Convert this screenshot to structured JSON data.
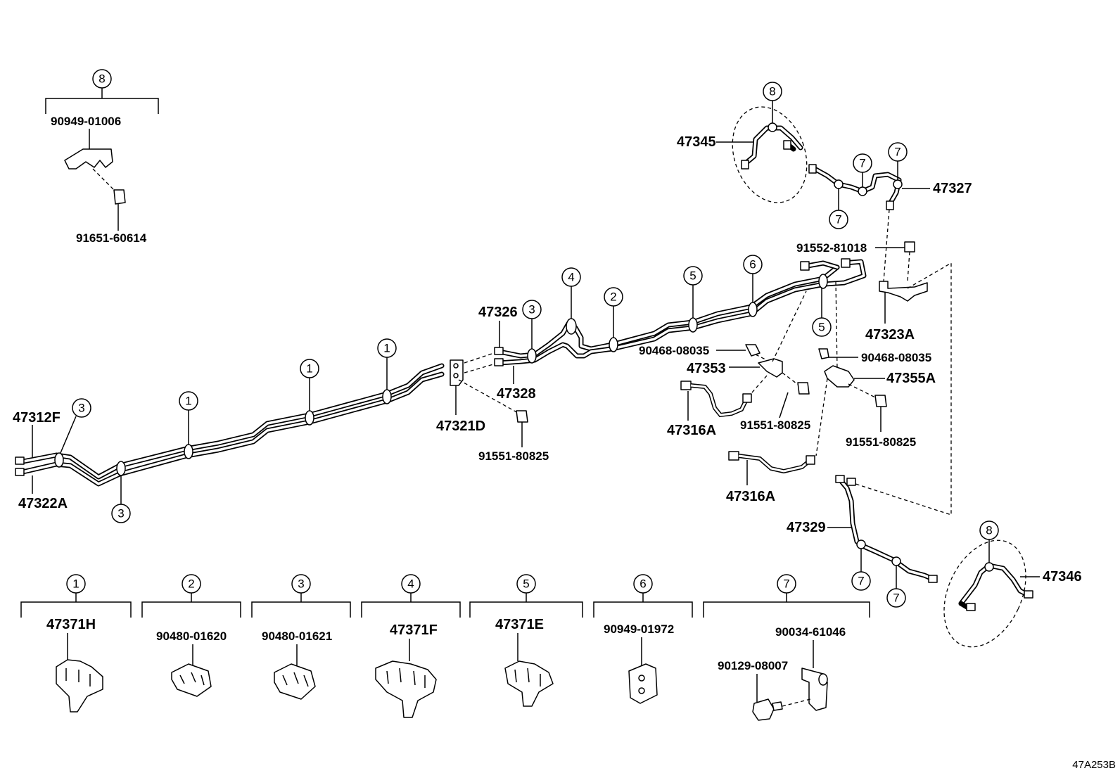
{
  "diagram_code": "47A253B",
  "labels": {
    "p90949_01006": "90949-01006",
    "p91651_60614": "91651-60614",
    "p47345": "47345",
    "p47327": "47327",
    "p91552_81018": "91552-81018",
    "p47323A": "47323A",
    "p90468_08035_l": "90468-08035",
    "p90468_08035_r": "90468-08035",
    "p47353": "47353",
    "p47355A": "47355A",
    "p91551_80825_mid": "91551-80825",
    "p91551_80825_r": "91551-80825",
    "p91551_80825_l": "91551-80825",
    "p47316A_a": "47316A",
    "p47316A_b": "47316A",
    "p47326": "47326",
    "p47328": "47328",
    "p47321D": "47321D",
    "p47312F": "47312F",
    "p47322A": "47322A",
    "p47329": "47329",
    "p47346": "47346"
  },
  "callouts": {
    "c1": "1",
    "c2": "2",
    "c3": "3",
    "c4": "4",
    "c5": "5",
    "c6": "6",
    "c7": "7",
    "c8": "8"
  },
  "legend": [
    {
      "num": "1",
      "parts": [
        "47371H"
      ]
    },
    {
      "num": "2",
      "parts": [
        "90480-01620"
      ]
    },
    {
      "num": "3",
      "parts": [
        "90480-01621"
      ]
    },
    {
      "num": "4",
      "parts": [
        "47371F"
      ]
    },
    {
      "num": "5",
      "parts": [
        "47371E"
      ]
    },
    {
      "num": "6",
      "parts": [
        "90949-01972"
      ]
    },
    {
      "num": "7",
      "parts": [
        "90034-61046",
        "90129-08007"
      ]
    }
  ]
}
